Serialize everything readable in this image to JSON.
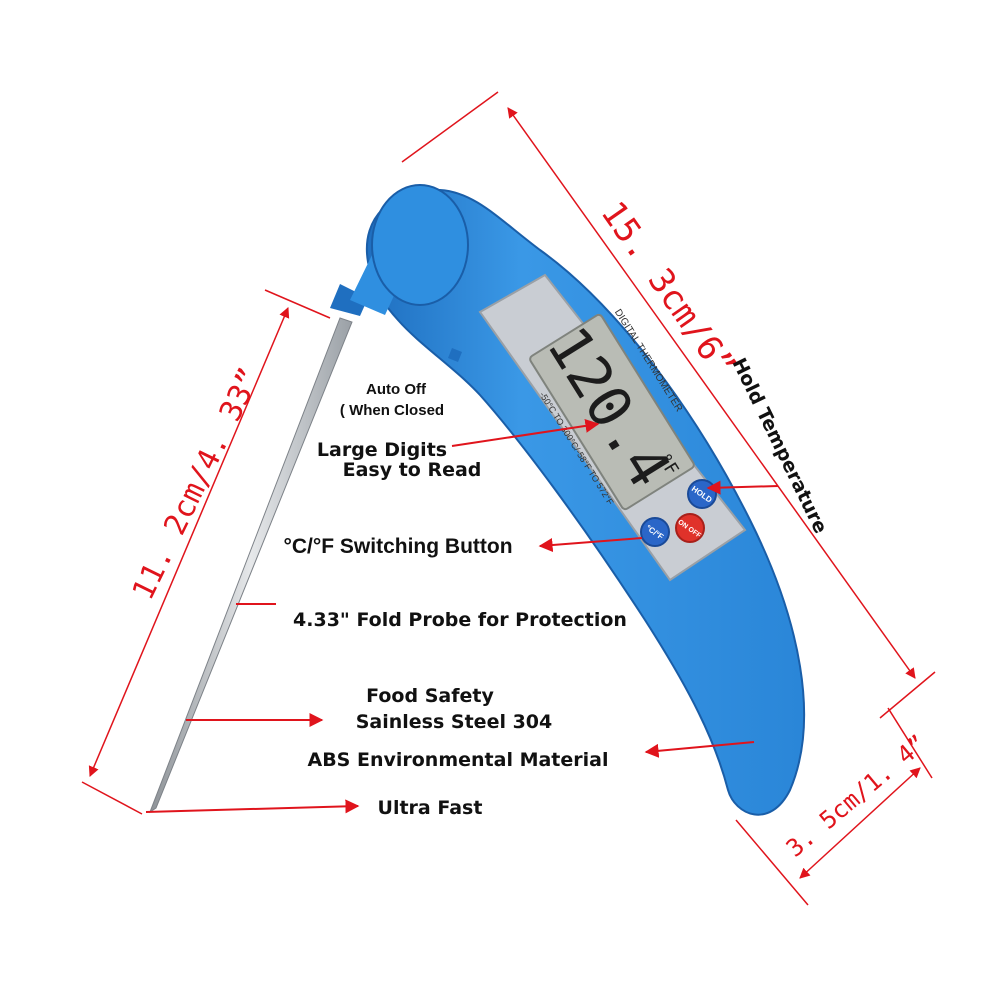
{
  "colors": {
    "body": "#2f8fe0",
    "body_dark": "#1f6fc0",
    "panel": "#c9cdd3",
    "lcd": "#b9bcb5",
    "probe": "#b8bcc0",
    "arrow": "#e0141c",
    "hold_button": "#2a66c8",
    "cf_button": "#2a66c8",
    "onoff_button": "#e0322a"
  },
  "device": {
    "brand_text": "DIGITAL THERMOMETER",
    "range_text": "-50°C TO 300°C/-58°F TO 572°F",
    "reading": "120.4",
    "unit": "°F",
    "hold_button_label": "HOLD",
    "cf_button_label": "°C/°F",
    "onoff_button_label": "ON OFF"
  },
  "annotations": {
    "auto_off_line1": "Auto Off",
    "auto_off_line2": "( When Closed",
    "large_digits_line1": "Large Digits",
    "large_digits_line2": "Easy to Read",
    "cf_switch": "°C/°F Switching Button",
    "fold_probe": "4.33\" Fold Probe for Protection",
    "food_safety_line1": "Food Safety",
    "food_safety_line2": "Sainless Steel 304",
    "abs_material": "ABS Environmental Material",
    "ultra_fast": "Ultra Fast",
    "hold_temperature": "Hold Temperature"
  },
  "dimensions": {
    "length": "15. 3cm/6”",
    "probe_length": "11. 2cm/4. 33”",
    "width": "3. 5cm/1. 4”"
  }
}
